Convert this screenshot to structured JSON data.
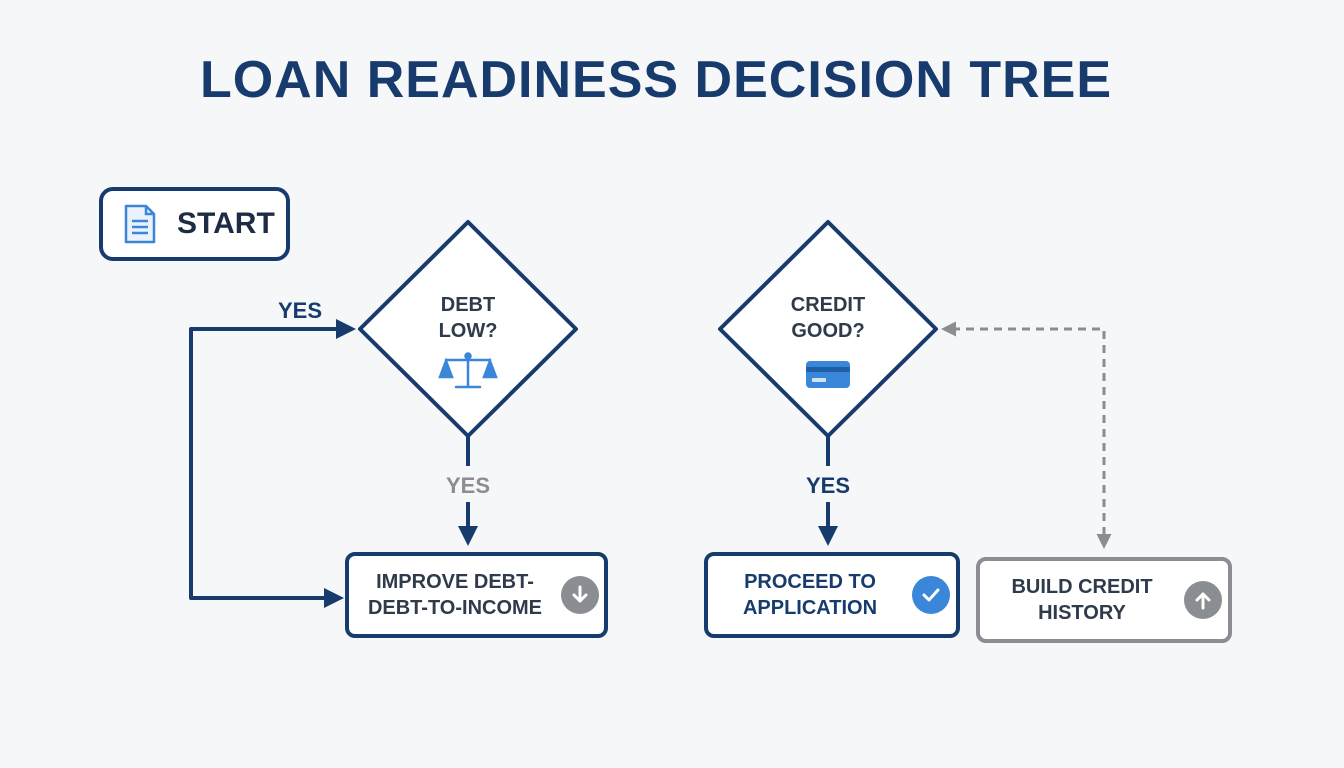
{
  "title": "LOAN READINESS DECISION TREE",
  "start": {
    "label": "START",
    "icon": "document-icon"
  },
  "decisions": {
    "debt": {
      "line1": "DEBT",
      "line2": "LOW?",
      "icon": "scale-icon"
    },
    "credit": {
      "line1": "CREDIT",
      "line2": "GOOD?",
      "icon": "credit-card-icon"
    }
  },
  "edge_labels": {
    "start_to_debt": "YES",
    "debt_down": "YES",
    "credit_down": "YES"
  },
  "outcomes": {
    "improve_debt": {
      "line1": "IMPROVE DEBT-",
      "line2": "DEBT-TO-INCOME",
      "icon": "arrow-down-icon"
    },
    "proceed": {
      "line1": "PROCEED TO",
      "line2": "APPLICATION",
      "icon": "checkmark-icon"
    },
    "build_credit": {
      "line1": "BUILD CREDIT",
      "line2": "HISTORY",
      "icon": "arrow-up-icon"
    }
  },
  "colors": {
    "navy": "#183b6e",
    "gray": "#8a8d91",
    "accent_blue": "#3a86d8",
    "text_dark": "#2f3a4a"
  }
}
